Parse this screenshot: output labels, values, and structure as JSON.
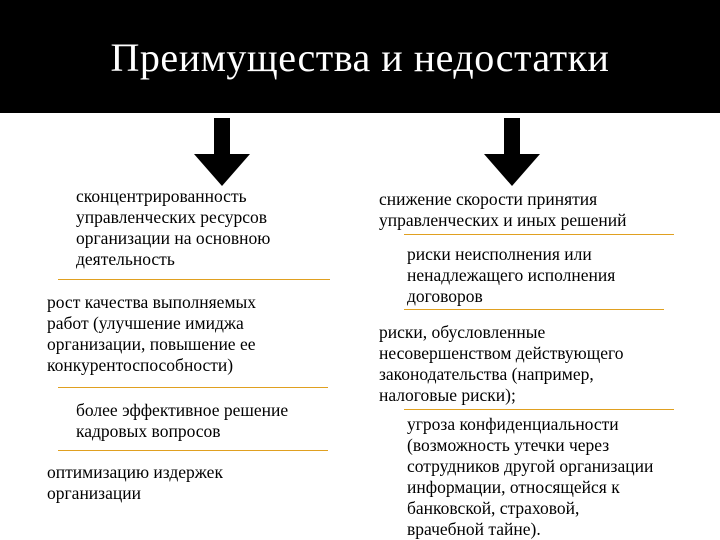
{
  "title": "Преимущества и недостатки",
  "advantages": [
    "сконцентрированность\nуправленческих ресурсов\nорганизации на основною\nдеятельность",
    "рост качества выполняемых\nработ (улучшение имиджа\nорганизации, повышение ее\nконкурентоспособности)",
    "более эффективное решение\nкадровых вопросов",
    "оптимизацию издержек\nорганизации"
  ],
  "disadvantages": [
    "снижение скорости принятия\nуправленческих и иных решений",
    "риски неисполнения или\nненадлежащего исполнения\nдоговоров",
    "риски, обусловленные\nнесовершенством действующего\nзаконодательства (например,\nналоговые риски);",
    "угроза конфиденциальности\n(возможность утечки через\nсотрудников другой организации\nинформации, относящейся к\nбанковской, страховой,\nврачебной тайне)."
  ],
  "colors": {
    "header_bg": "#000000",
    "header_text": "#ffffff",
    "separator": "#e0a020"
  },
  "icons": [
    "arrow-down-icon",
    "arrow-down-icon"
  ]
}
